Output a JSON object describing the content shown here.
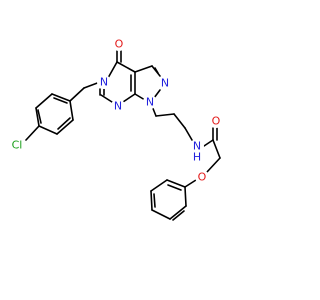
{
  "molecule": {
    "atoms": {
      "cl": {
        "text": "Cl",
        "color": "#1a9f1a"
      },
      "o1": {
        "text": "O",
        "color": "#e31b1b"
      },
      "n5": {
        "text": "N",
        "color": "#2222dd"
      },
      "n1": {
        "text": "N",
        "color": "#2222dd"
      },
      "n2": {
        "text": "N",
        "color": "#2222dd"
      },
      "n7": {
        "text": "N",
        "color": "#2222dd"
      },
      "nh": {
        "text": "N",
        "color": "#2222dd"
      },
      "hh": {
        "text": "H",
        "color": "#2222dd"
      },
      "o2": {
        "text": "O",
        "color": "#e31b1b"
      },
      "o3": {
        "text": "O",
        "color": "#e31b1b"
      }
    },
    "bond_color": "#000000"
  }
}
